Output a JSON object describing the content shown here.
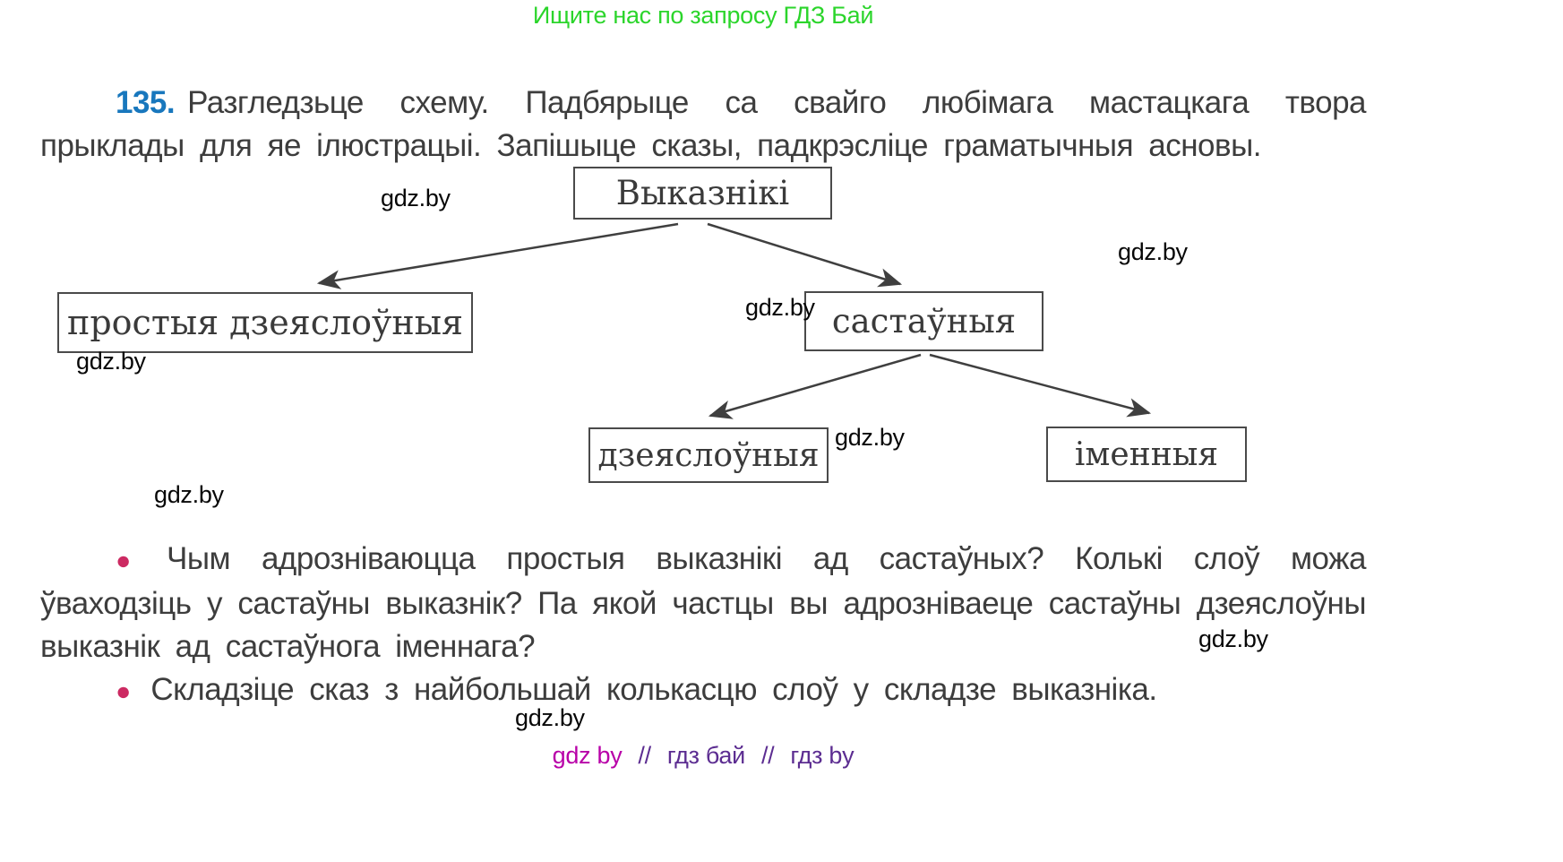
{
  "banner": {
    "text": "Ищите нас по запросу ГДЗ Бай"
  },
  "task": {
    "number": "135.",
    "text": "Разгледзьце схему. Падбярыце са свайго любімага мастацкага твора прыклады для яе ілюстрацыі. Запішыце сказы, падкрэсліце граматычныя асновы."
  },
  "diagram": {
    "nodes": [
      {
        "id": "root",
        "label": "Выказнікі"
      },
      {
        "id": "simple",
        "label": "простыя дзеяслоўныя"
      },
      {
        "id": "compound",
        "label": "састаўныя"
      },
      {
        "id": "verbal",
        "label": "дзеяслоўныя"
      },
      {
        "id": "nominal",
        "label": "іменныя"
      }
    ]
  },
  "watermark": {
    "label": "gdz.by"
  },
  "questions": [
    {
      "bullet": "●",
      "text": "Чым адрозніваюцца простыя выказнікі ад састаўных? Колькі слоў можа ўваходзіць у састаўны выказнік? Па якой частцы вы адрозніваеце састаўны дзеяслоўны выказнік ад састаўнога іменнага?"
    },
    {
      "bullet": "●",
      "text": "Складзіце сказ з найбольшай колькасцю слоў у складзе выказніка."
    }
  ],
  "footer": {
    "tokens": [
      {
        "text": "gdz by"
      },
      {
        "text": "//"
      },
      {
        "text": "гдз бай"
      },
      {
        "text": "//"
      },
      {
        "text": "гдз by"
      }
    ]
  },
  "colors": {
    "banner_green": "#2bd52b",
    "task_number_blue": "#1877bd",
    "bullet_crimson": "#cc2a62",
    "footer_magenta": "#b800a8",
    "footer_purple": "#5c2d91",
    "text_gray": "#3d3d3d",
    "box_border_gray": "#4a4a4a"
  }
}
